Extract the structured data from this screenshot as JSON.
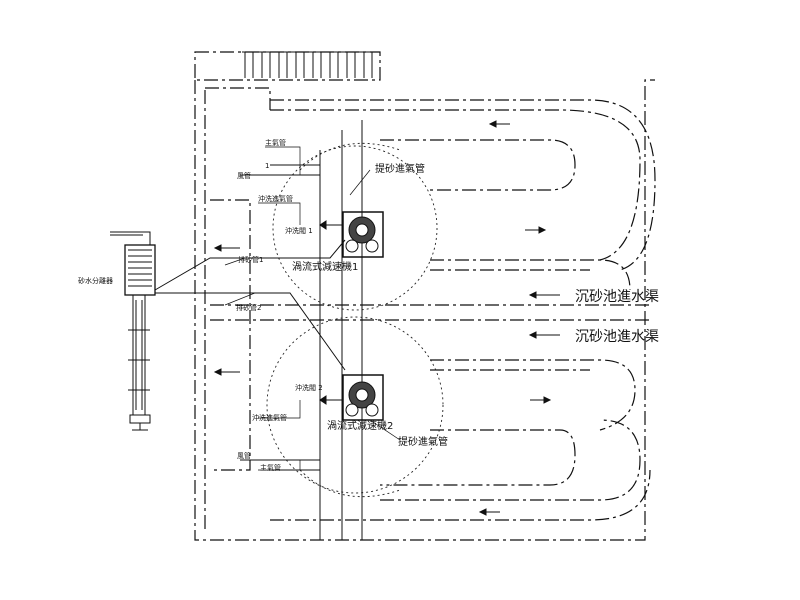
{
  "labels": {
    "separator": "砂水分離器",
    "main_air_pipe_top": "主氣管",
    "main_air_pipe_bottom": "主氣管",
    "air_pipe_top": "風管",
    "air_pipe_bottom": "風管",
    "flush_pipe_top": "沖洗進氣管",
    "flush_pipe_bottom": "沖洗進氣管",
    "flush_valve_1": "沖洗閥 1",
    "flush_valve_2": "沖洗閥 2",
    "discharge_pipe_1": "排砂管1",
    "discharge_pipe_2": "排砂管2",
    "lift_air_pipe_top": "提砂進氣管",
    "lift_air_pipe_bottom": "提砂進氣管",
    "vortex_1": "渦流式減速機1",
    "vortex_2": "渦流式減速機2",
    "channel_1": "沉砂池進水渠",
    "channel_2": "沉砂池進水渠",
    "marker_1": "1"
  }
}
